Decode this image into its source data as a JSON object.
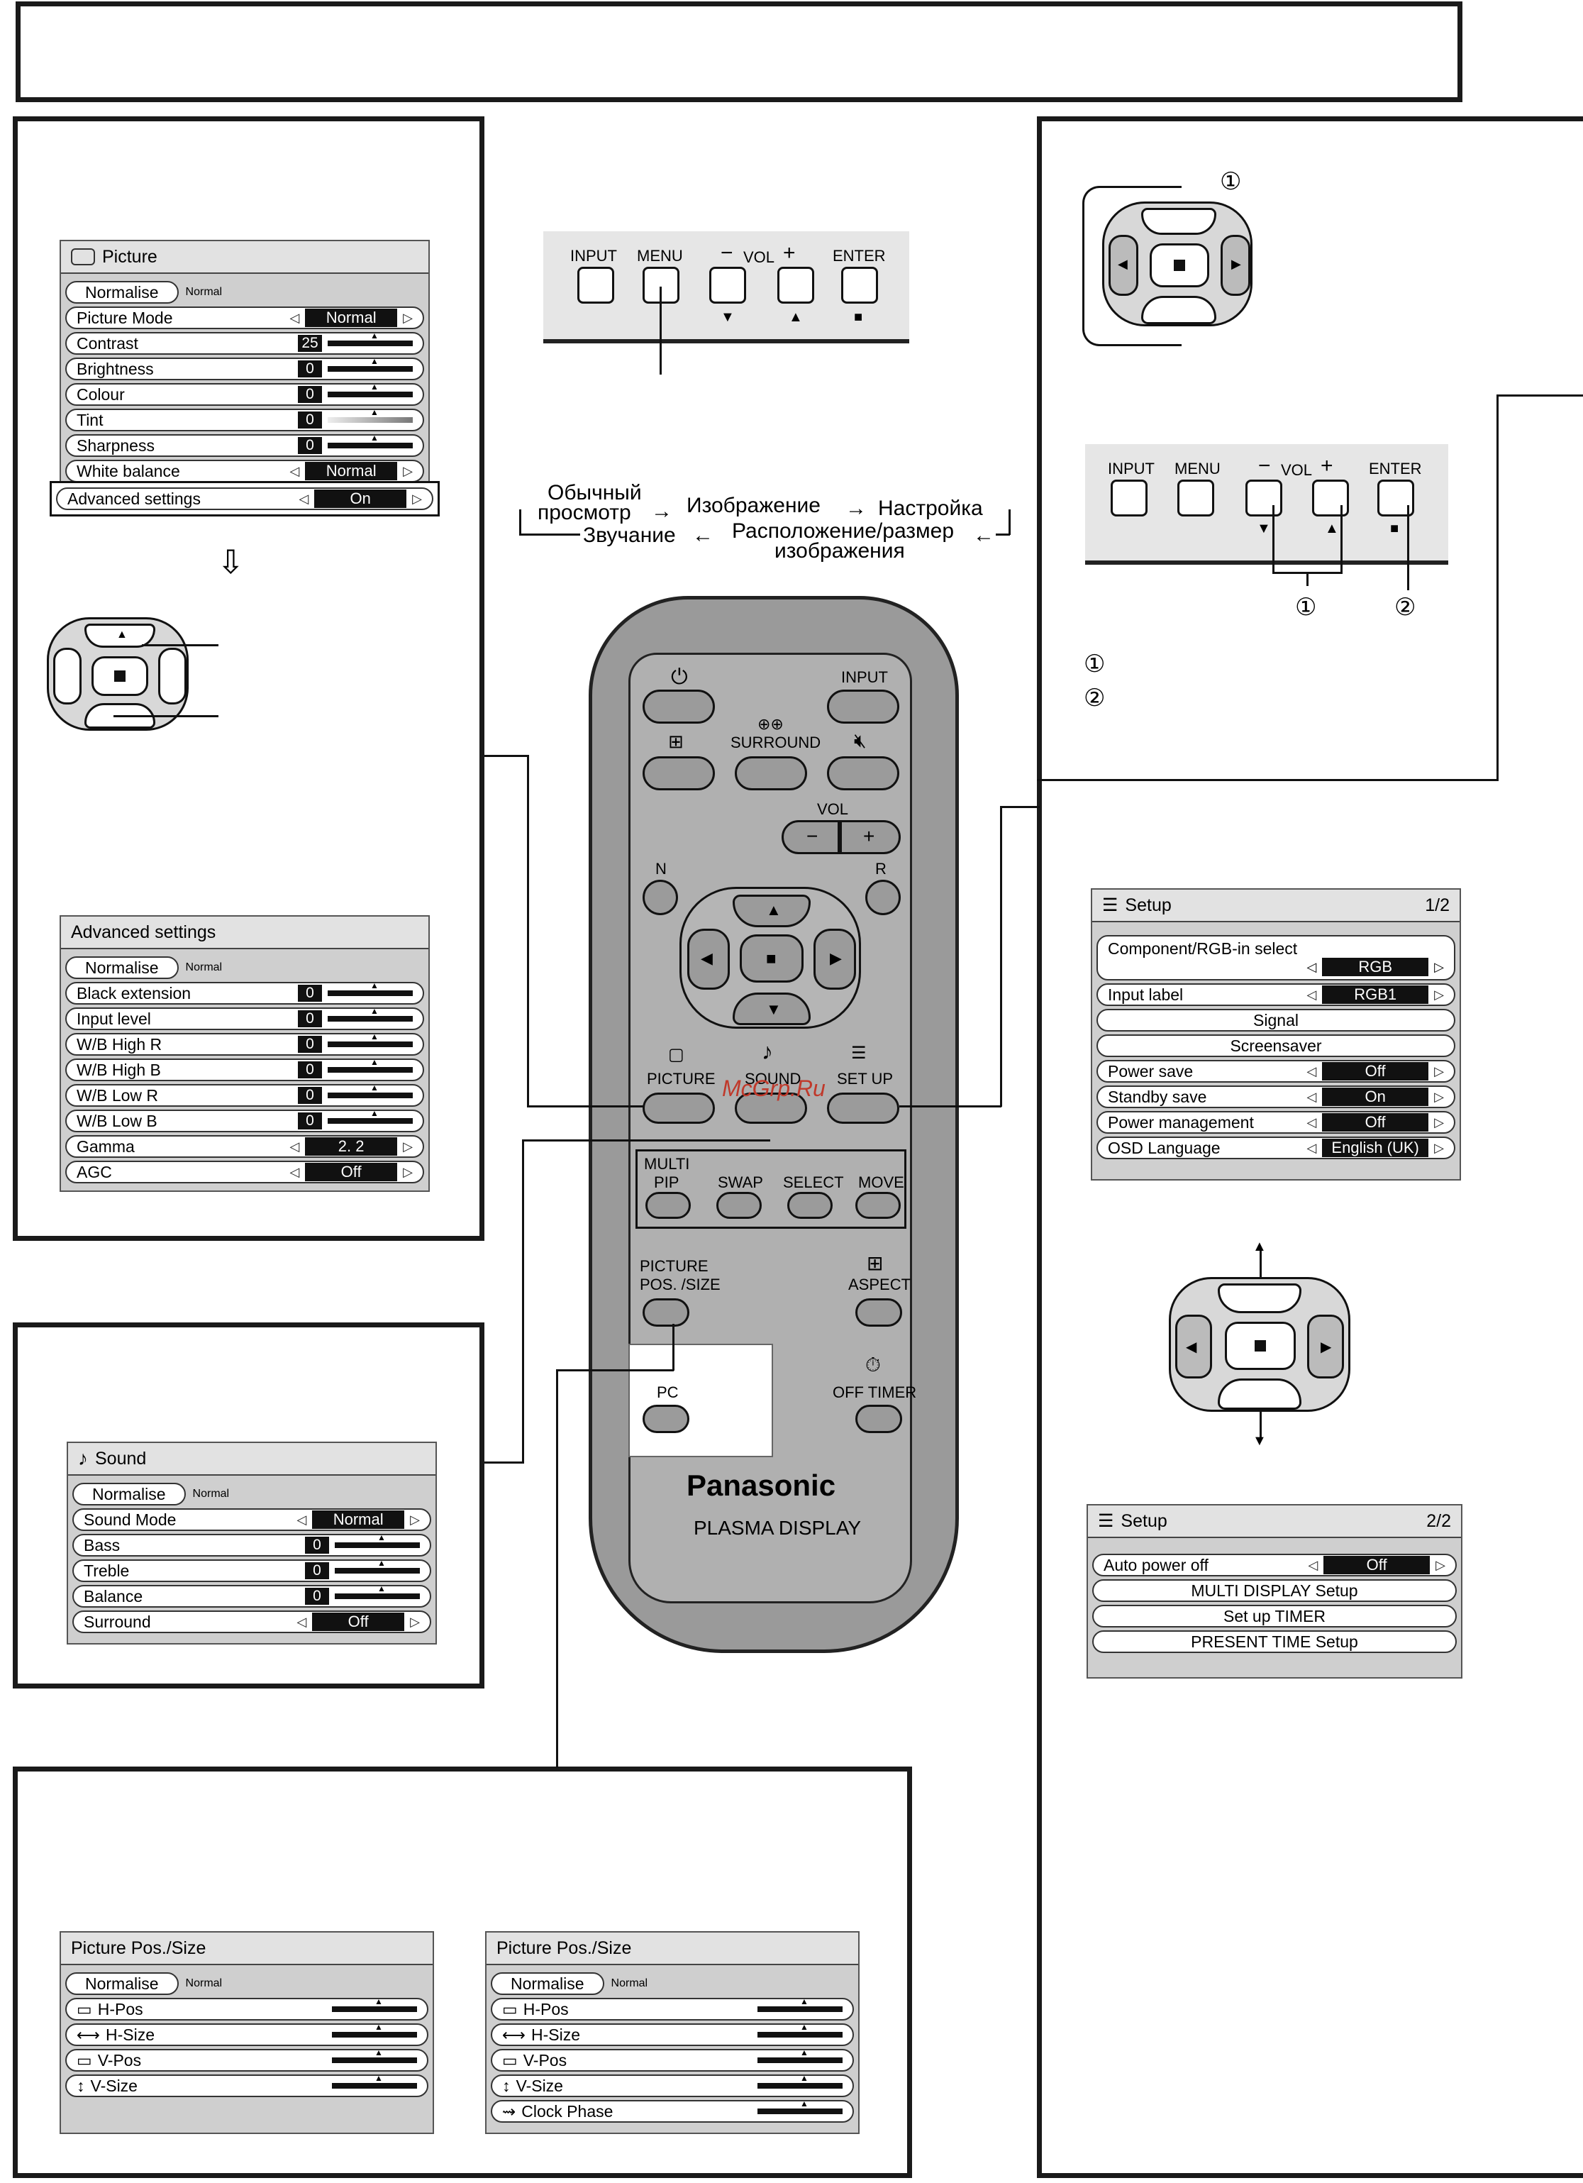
{
  "picture_menu": {
    "title": "Picture",
    "normalise": "Normalise",
    "normal_small": "Normal",
    "rows": [
      {
        "label": "Picture Mode",
        "value": "Normal"
      },
      {
        "label": "Contrast",
        "value": "25"
      },
      {
        "label": "Brightness",
        "value": "0"
      },
      {
        "label": "Colour",
        "value": "0"
      },
      {
        "label": "Tint",
        "value": "0"
      },
      {
        "label": "Sharpness",
        "value": "0"
      },
      {
        "label": "White balance",
        "value": "Normal"
      },
      {
        "label": "Advanced  settings",
        "value": "On"
      }
    ]
  },
  "advanced_menu": {
    "title": "Advanced  settings",
    "normalise": "Normalise",
    "normal_small": "Normal",
    "rows": [
      {
        "label": "Black  extension",
        "value": "0"
      },
      {
        "label": "Input  level",
        "value": "0"
      },
      {
        "label": "W/B  High  R",
        "value": "0"
      },
      {
        "label": "W/B  High  B",
        "value": "0"
      },
      {
        "label": "W/B  Low  R",
        "value": "0"
      },
      {
        "label": "W/B  Low  B",
        "value": "0"
      },
      {
        "label": "Gamma",
        "value": "2. 2"
      },
      {
        "label": "AGC",
        "value": "Off"
      }
    ]
  },
  "sound_menu": {
    "title": "Sound",
    "normalise": "Normalise",
    "normal_small": "Normal",
    "rows": [
      {
        "label": "Sound Mode",
        "value": "Normal"
      },
      {
        "label": "Bass",
        "value": "0"
      },
      {
        "label": "Treble",
        "value": "0"
      },
      {
        "label": "Balance",
        "value": "0"
      },
      {
        "label": "Surround",
        "value": "Off"
      }
    ]
  },
  "pos_menu_1": {
    "title": "Picture  Pos./Size",
    "normalise": "Normalise",
    "normal_small": "Normal",
    "rows": [
      "H-Pos",
      "H-Size",
      "V-Pos",
      "V-Size"
    ]
  },
  "pos_menu_2": {
    "title": "Picture  Pos./Size",
    "normalise": "Normalise",
    "normal_small": "Normal",
    "rows": [
      "H-Pos",
      "H-Size",
      "V-Pos",
      "V-Size",
      "Clock  Phase"
    ]
  },
  "setup_menu_1": {
    "title": "Setup",
    "page": "1/2",
    "component_label": "Component/RGB-in  select",
    "component_value": "RGB",
    "rows": [
      {
        "label": "Input label",
        "value": "RGB1"
      },
      {
        "label": "Signal",
        "value": ""
      },
      {
        "label": "Screensaver",
        "value": ""
      },
      {
        "label": "Power save",
        "value": "Off"
      },
      {
        "label": "Standby save",
        "value": "On"
      },
      {
        "label": "Power management",
        "value": "Off"
      },
      {
        "label": "OSD  Language",
        "value": "English (UK)"
      }
    ]
  },
  "setup_menu_2": {
    "title": "Setup",
    "page": "2/2",
    "rows": [
      {
        "label": "Auto power off",
        "value": "Off"
      },
      {
        "label": "MULTI DISPLAY Setup",
        "value": ""
      },
      {
        "label": "Set up TIMER",
        "value": ""
      },
      {
        "label": "PRESENT  TIME  Setup",
        "value": ""
      }
    ]
  },
  "panel_keys": {
    "input": "INPUT",
    "menu": "MENU",
    "vol": "VOL",
    "minus": "−",
    "plus": "+",
    "enter": "ENTER"
  },
  "flow": {
    "normal_view_1": "Обычный",
    "normal_view_2": "просмотр",
    "picture": "Изображение",
    "setup": "Настройка",
    "sound": "Звучание",
    "pos_size_1": "Расположение/размер",
    "pos_size_2": "изображения"
  },
  "markers": {
    "one": "①",
    "two": "②",
    "down_arrow": "⇩"
  },
  "remote": {
    "input": "INPUT",
    "surround": "SURROUND",
    "vol": "VOL",
    "minus": "−",
    "plus": "+",
    "n": "N",
    "r": "R",
    "picture": "PICTURE",
    "sound": "SOUND",
    "setup": "SET UP",
    "multi": "MULTI",
    "pip": "PIP",
    "swap": "SWAP",
    "select": "SELECT",
    "move": "MOVE",
    "pic_pos_1": "PICTURE",
    "pic_pos_2": "POS. /SIZE",
    "aspect": "ASPECT",
    "pc": "PC",
    "off_timer": "OFF TIMER",
    "brand": "Panasonic",
    "model": "PLASMA DISPLAY",
    "watermark": "McGrp.Ru"
  }
}
